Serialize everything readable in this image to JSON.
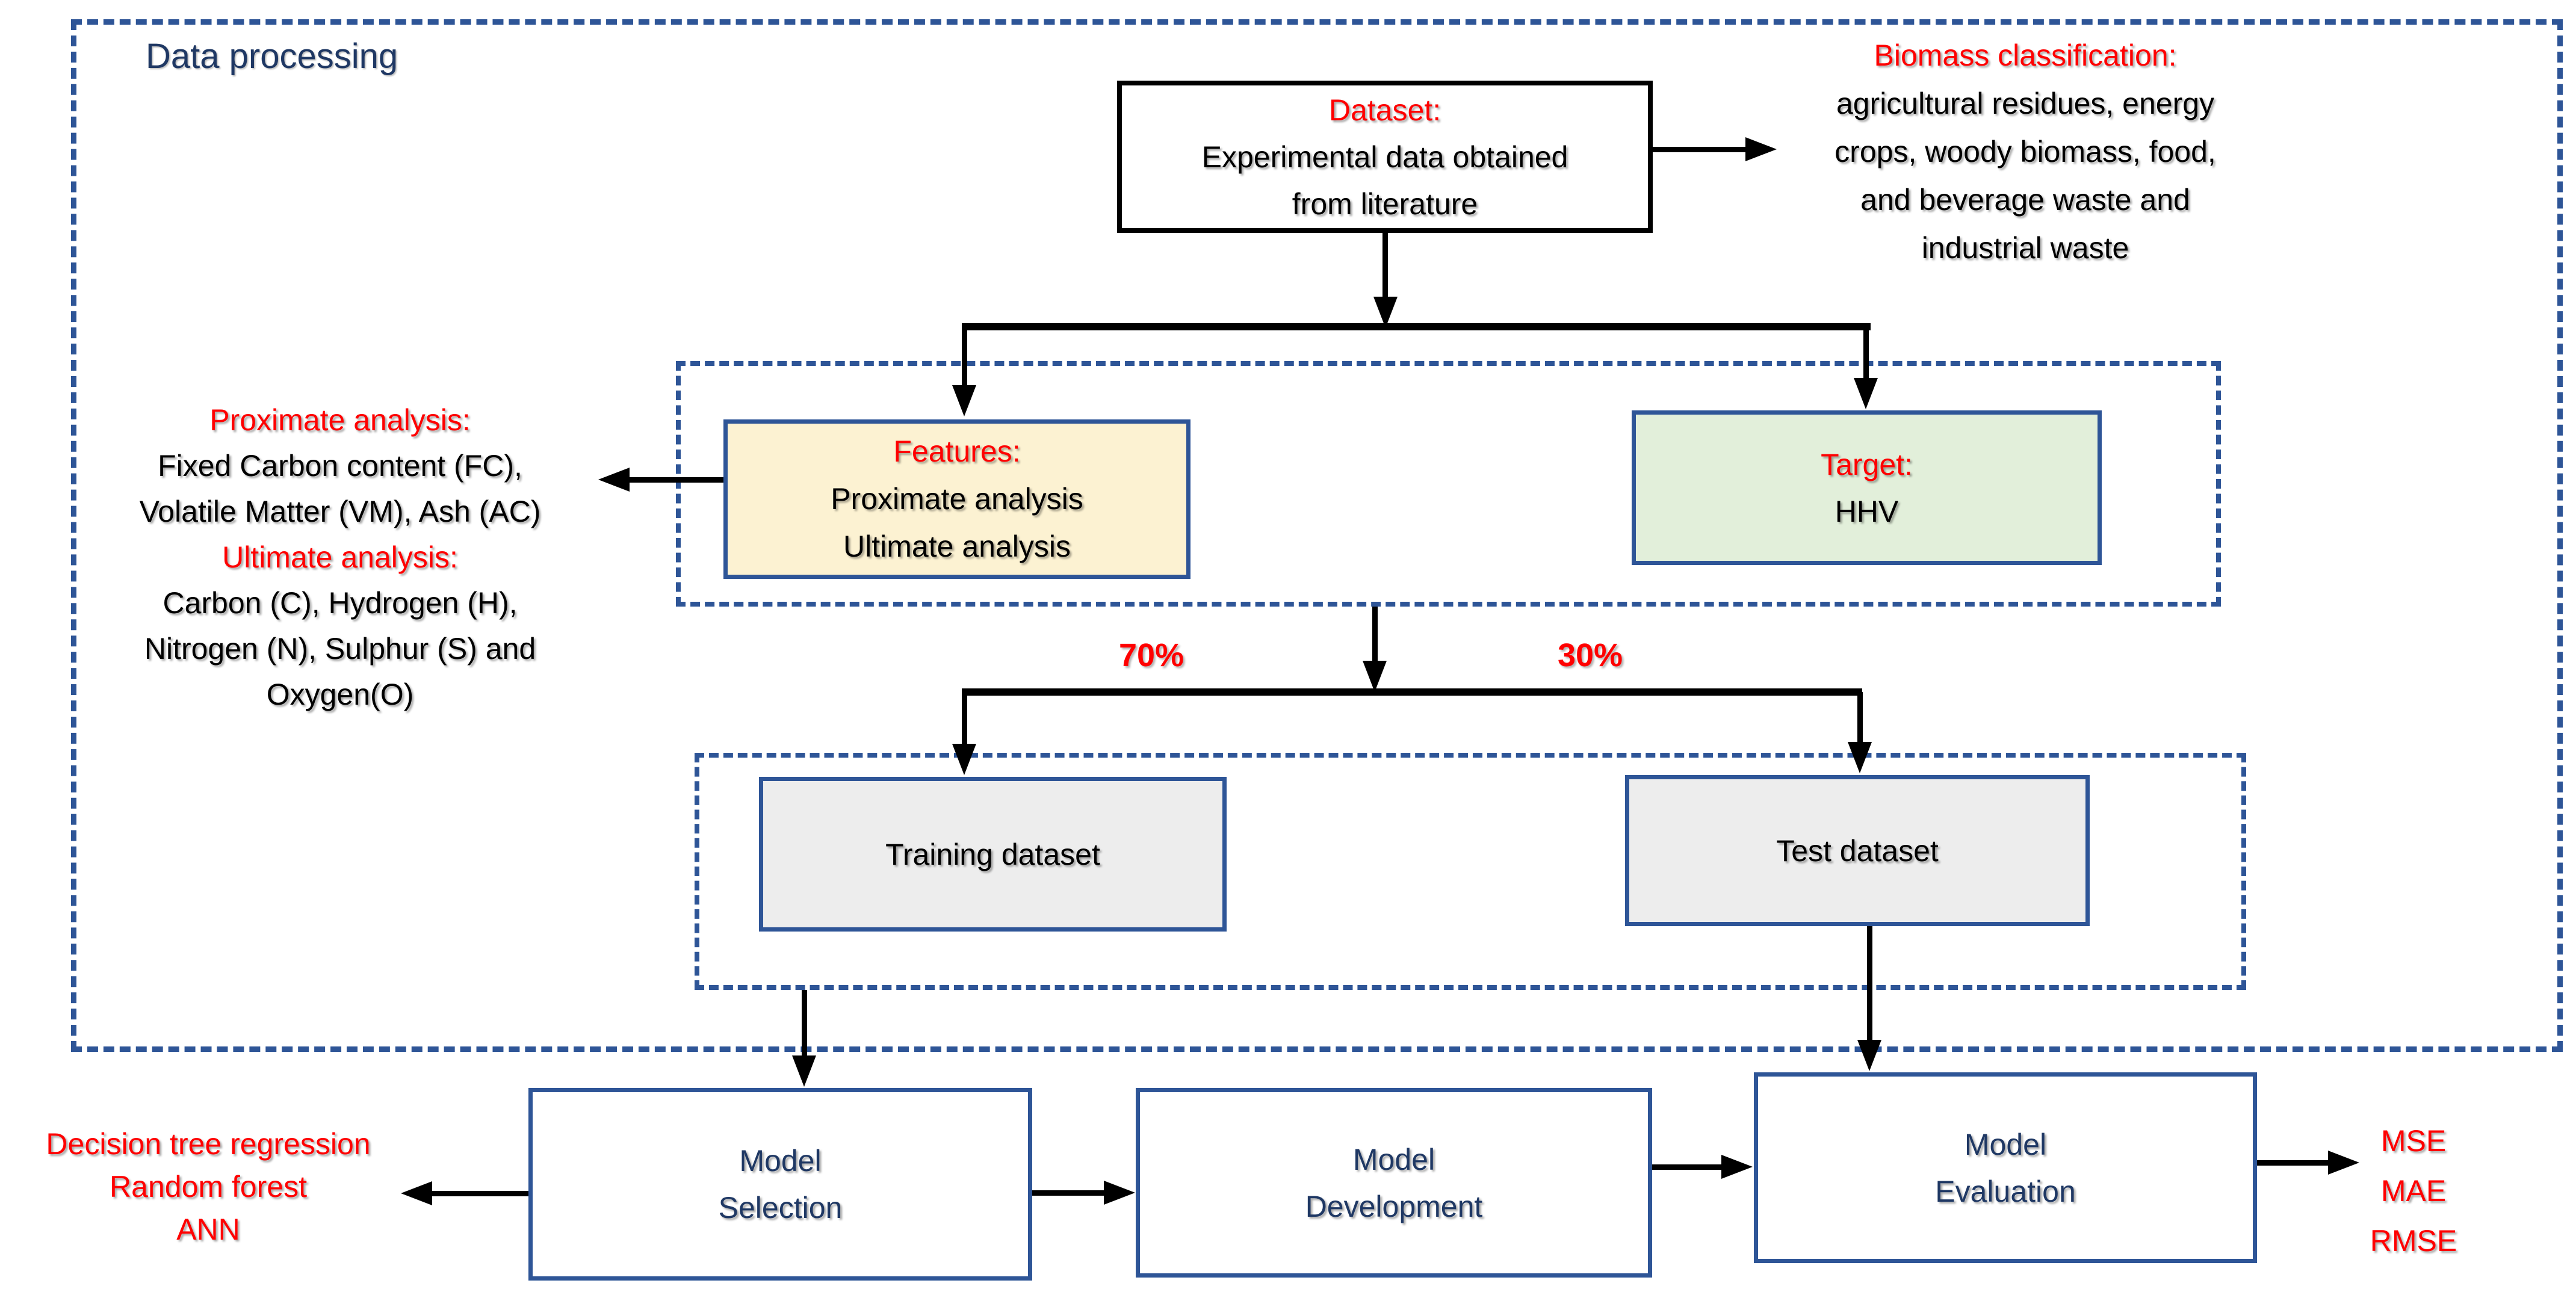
{
  "colors": {
    "navy_border": "#2E5597",
    "navy_text": "#1F3864",
    "red": "#FF0000",
    "black": "#000000",
    "features_fill": "#FCF2D2",
    "target_fill": "#E2EFDA",
    "gray_fill": "#EDEDED",
    "white": "#FFFFFF"
  },
  "data_processing": {
    "label": "Data processing"
  },
  "dataset_box": {
    "title": "Dataset:",
    "line1": "Experimental data obtained",
    "line2": "from literature"
  },
  "biomass_note": {
    "title": "Biomass classification:",
    "line1": "agricultural residues, energy",
    "line2": "crops, woody biomass, food,",
    "line3": "and beverage waste and",
    "line4": "industrial waste"
  },
  "features_box": {
    "title": "Features:",
    "line1": "Proximate analysis",
    "line2": "Ultimate analysis"
  },
  "target_box": {
    "title": "Target:",
    "line1": "HHV"
  },
  "analysis_note": {
    "title1": "Proximate analysis:",
    "line1": "Fixed Carbon content (FC),",
    "line2": "Volatile Matter (VM), Ash (AC)",
    "title2": "Ultimate analysis:",
    "line3": "Carbon (C), Hydrogen (H),",
    "line4": "Nitrogen (N), Sulphur (S) and",
    "line5": "Oxygen(O)"
  },
  "split_labels": {
    "train_pct": "70%",
    "test_pct": "30%"
  },
  "training_box": {
    "label": "Training dataset"
  },
  "test_box": {
    "label": "Test dataset"
  },
  "model_selection_box": {
    "line1": "Model",
    "line2": "Selection"
  },
  "model_development_box": {
    "line1": "Model",
    "line2": "Development"
  },
  "model_evaluation_box": {
    "line1": "Model",
    "line2": "Evaluation"
  },
  "algorithms_note": {
    "line1": "Decision tree regression",
    "line2": "Random forest",
    "line3": "ANN"
  },
  "metrics_note": {
    "line1": "MSE",
    "line2": "MAE",
    "line3": "RMSE"
  }
}
